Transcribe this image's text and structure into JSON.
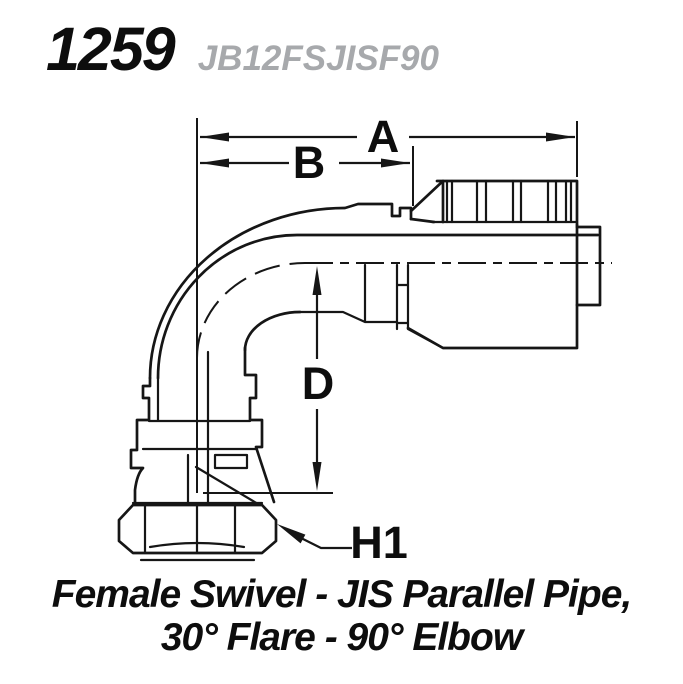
{
  "header": {
    "catalog_number": "1259",
    "part_code": "JB12FSJISF90"
  },
  "drawing": {
    "labels": {
      "dim_a": "A",
      "dim_b": "B",
      "dim_d": "D",
      "dim_h1": "H1"
    }
  },
  "caption": {
    "line1": "Female Swivel - JIS Parallel Pipe,",
    "line2": "30° Flare - 90° Elbow"
  },
  "colors": {
    "ink": "#161616",
    "text": "#0d0d0d",
    "part_code_gray": "#a7a9ac",
    "background": "#ffffff"
  }
}
